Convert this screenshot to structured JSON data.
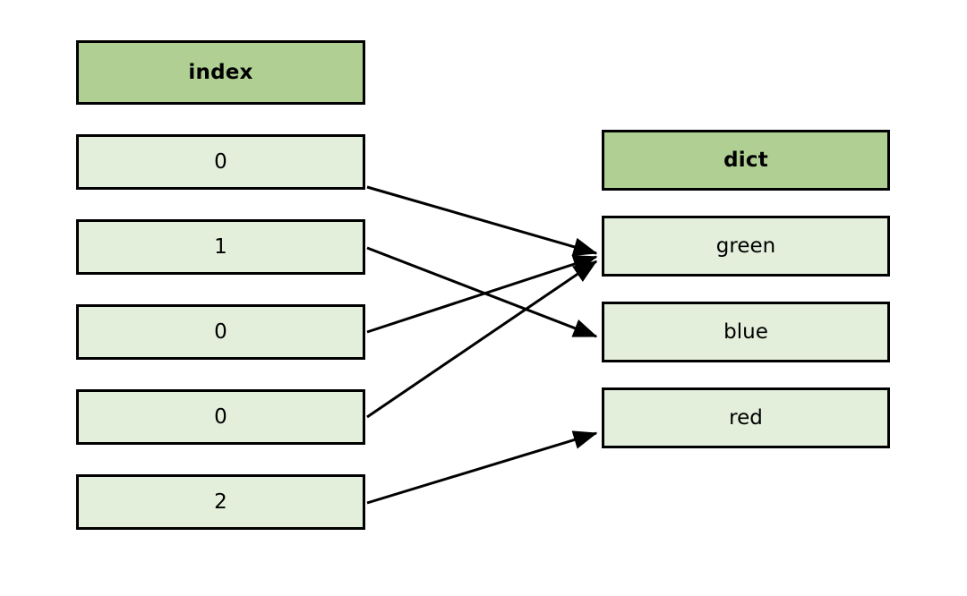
{
  "diagram": {
    "type": "mapping-diagram",
    "colors": {
      "header_fill": "#b0cf92",
      "cell_fill": "#e3eedb",
      "border": "#000000",
      "arrow": "#000000",
      "background": "#ffffff"
    },
    "index_column": {
      "header": "index",
      "cells": [
        {
          "label": "0"
        },
        {
          "label": "1"
        },
        {
          "label": "0"
        },
        {
          "label": "0"
        },
        {
          "label": "2"
        }
      ]
    },
    "dict_column": {
      "header": "dict",
      "cells": [
        {
          "label": "green"
        },
        {
          "label": "blue"
        },
        {
          "label": "red"
        }
      ]
    },
    "arrows": [
      {
        "from_index": 0,
        "to_dict": 0,
        "from_label": "0",
        "to_label": "green"
      },
      {
        "from_index": 1,
        "to_dict": 1,
        "from_label": "1",
        "to_label": "blue"
      },
      {
        "from_index": 2,
        "to_dict": 0,
        "from_label": "0",
        "to_label": "green"
      },
      {
        "from_index": 3,
        "to_dict": 0,
        "from_label": "0",
        "to_label": "green"
      },
      {
        "from_index": 4,
        "to_dict": 2,
        "from_label": "2",
        "to_label": "red"
      }
    ]
  }
}
